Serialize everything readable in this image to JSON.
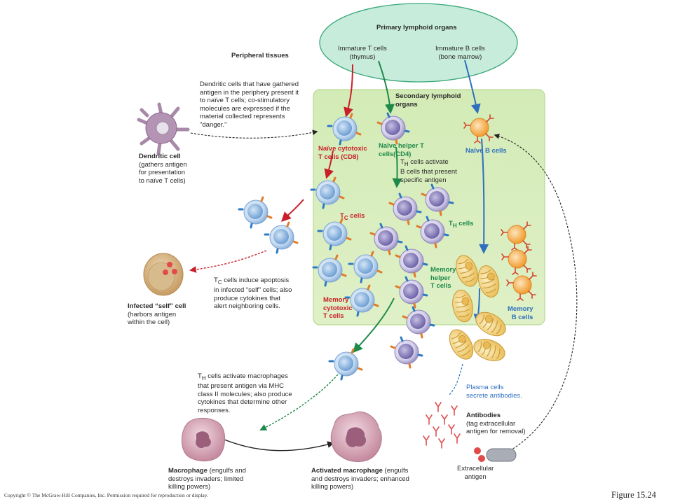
{
  "primary_organs": {
    "title": "Primary lymphoid organs",
    "immature_t": "Immature T cells\n(thymus)",
    "immature_b": "Immature B cells\n(bone marrow)"
  },
  "peripheral_tissues": "Peripheral tissues",
  "secondary_organs": "Secondary lymphoid\norgans",
  "dendritic_text": "Dendritic cells that have gathered\nantigen in the periphery present it\nto naïve T cells; co-stimulatory\nmolecules are expressed if the\nmaterial collected represents\n\"danger.\"",
  "dendritic_cell": {
    "name": "Dendritic cell",
    "desc": "(gathers antigen\nfor presentation\nto naïve T cells)"
  },
  "naive_cytotoxic": "Naïve cytotoxic\nT cells (CD8)",
  "naive_helper": "Naïve helper T\ncells(CD4)",
  "naive_b": "Naïve B cells",
  "th_activate_b": {
    "sub": "H",
    "text": " cells activate\nB cells that present\nspecific antigen"
  },
  "tc_cells": {
    "prefix": "T",
    "sub": "C",
    "suffix": " cells"
  },
  "th_cells": {
    "prefix": "T",
    "sub": "H",
    "suffix": " cells"
  },
  "memory_helper": "Memory\nhelper\nT cells",
  "memory_cytotoxic": "Memory\ncytotoxic\nT cells",
  "memory_b": "Memory\nB cells",
  "infected_cell": {
    "name": "Infected “self” cell",
    "desc": "(harbors antigen\nwithin the cell)"
  },
  "tc_apoptosis": {
    "sub": "C",
    "text": " cells induce apoptosis\nin infected “self” cells; also\nproduce cytokines that\nalert neighboring cells."
  },
  "th_macrophage": {
    "sub": "H",
    "text": " cells activate macrophages\nthat present antigen via MHC\nclass II molecules; also produce\ncytokines that determine other\nresponses."
  },
  "plasma_cells": "Plasma cells\nsecrete antibodies.",
  "antibodies": {
    "name": "Antibodies",
    "desc": "(tag extracellular\nantigen for removal)"
  },
  "extracellular": "Extracellular\nantigen",
  "macrophage": {
    "name": "Macrophage",
    "desc": " (engulfs and\ndestroys invaders; limited\nkilling powers)"
  },
  "activated_macrophage": {
    "name": "Activated macrophage",
    "desc": " (engulfs\nand  destroys invaders; enhanced\nkilling powers)"
  },
  "copyright": "Copyright © The McGraw-Hill Companies, Inc. Permission required for reproduction or display.",
  "figure_label": "Figure 15.24",
  "colors": {
    "primary_fill": "#c8ecdc",
    "primary_stroke": "#3aa87a",
    "secondary_fill": "#d6ecb8",
    "secondary_stroke": "#b7d991",
    "t_red": "#c8202a",
    "t_green": "#1e8a4a",
    "b_blue": "#2e6fbf",
    "cytotoxic_cell": "#a9c9ec",
    "helper_cell": "#9f96c8",
    "b_cell": "#f4b24a",
    "plasma_cell": "#f2d27a",
    "macrophage": "#d9a6b6",
    "dendritic": "#b494b4",
    "infected": "#d9b98a"
  }
}
